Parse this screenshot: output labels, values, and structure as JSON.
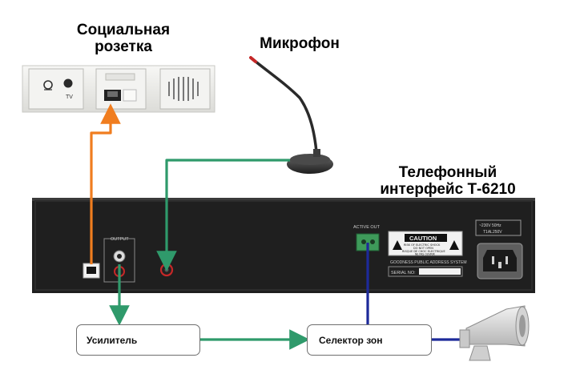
{
  "labels": {
    "socket_title": [
      "Социальная",
      "розетка"
    ],
    "mic_title": "Микрофон",
    "device_title": [
      "Телефонный",
      "интерфейс Т-6210"
    ]
  },
  "boxes": {
    "amplifier": "Усилитель",
    "zone_selector": "Селектор зон"
  },
  "panel": {
    "output_label": "OUTPUT",
    "active_out_label": "ACTIVE OUT",
    "caution_title": "CAUTION",
    "caution_text": [
      "RISK OF ELECTRIC SHOCK",
      "DO NOT OPEN",
      "RISQUE DE CHOC ELECTRIQUE",
      "NE PAS OUVRIR"
    ],
    "brand_line": "GOODNESS PUBLIC ADDRESS SYSTEM",
    "serial_label": "SERIAL NO:",
    "power_spec": [
      "~230V 50Hz",
      "T1AL250V"
    ],
    "socket_tv": "TV"
  },
  "wires": {
    "phone_color": "#f07d1f",
    "audio_color": "#2f9a6b",
    "speaker_color": "#1d2a9a"
  }
}
